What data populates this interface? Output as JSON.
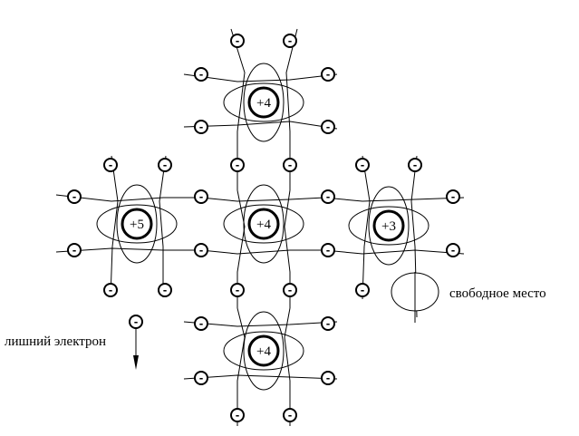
{
  "atoms": [
    {
      "id": "top",
      "charge": "+4"
    },
    {
      "id": "left",
      "charge": "+5"
    },
    {
      "id": "center",
      "charge": "+4"
    },
    {
      "id": "right",
      "charge": "+3"
    },
    {
      "id": "bottom",
      "charge": "+4"
    }
  ],
  "electron_symbol": "-",
  "labels": {
    "extra_electron": "лишний электрон",
    "hole": "свободное место"
  }
}
